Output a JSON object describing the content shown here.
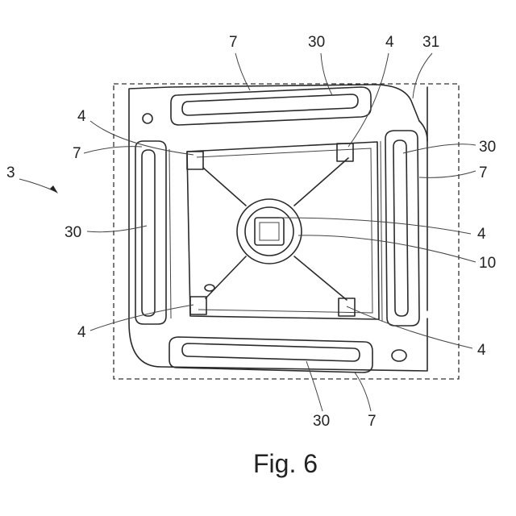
{
  "figure": {
    "caption": "Fig. 6",
    "labels": {
      "l7_top": "7",
      "l30_top": "30",
      "l4_top": "4",
      "l31": "31",
      "l4_left": "4",
      "l7_left": "7",
      "l3": "3",
      "l30_left": "30",
      "l30_right": "30",
      "l7_right": "7",
      "l4_center": "4",
      "l10": "10",
      "l4_bottom_left": "4",
      "l4_bottom_right": "4",
      "l30_bottom": "30",
      "l7_bottom": "7"
    }
  }
}
